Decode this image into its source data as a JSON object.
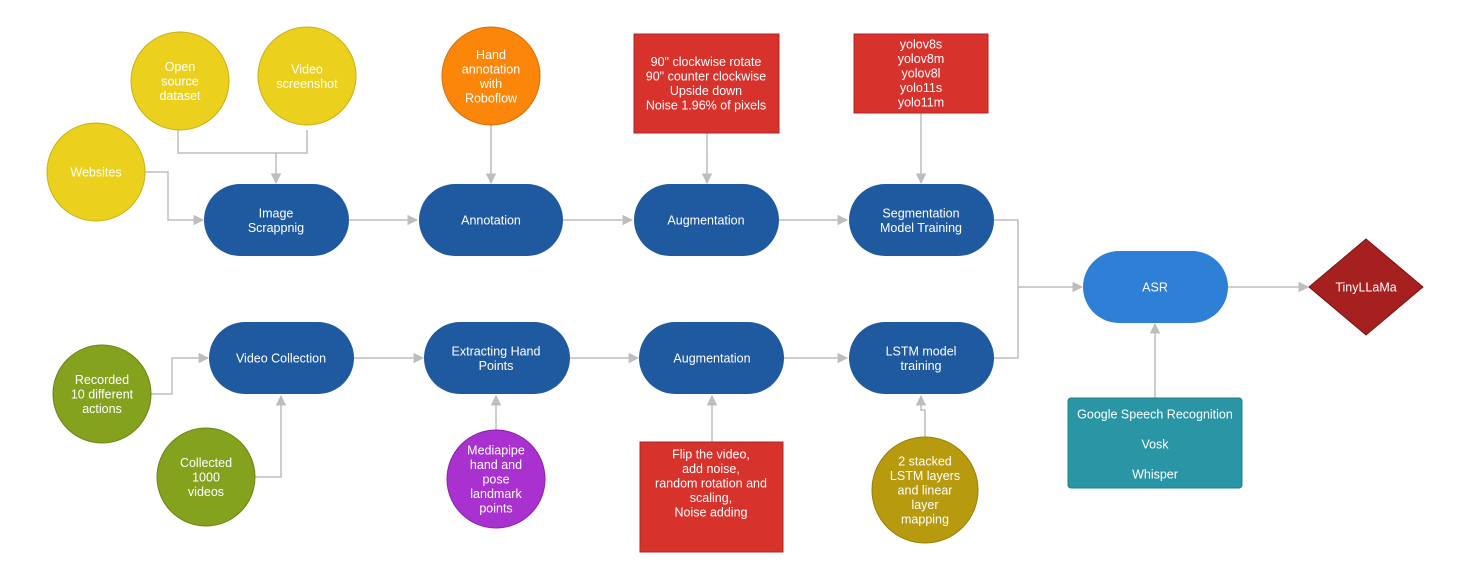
{
  "colors": {
    "process": "#1f5aa0",
    "asr": "#2e7fd6",
    "source_yellow": "#ecd01e",
    "roboflow_orange": "#fb8609",
    "augment_red": "#d8322c",
    "green": "#85a21f",
    "mediapipe_purple": "#a831cf",
    "lstm_gold": "#b79a0d",
    "speech_teal": "#2a96a5",
    "llm_maroon": "#a5201f",
    "edge": "#bdbdbd"
  },
  "nodes": {
    "image_scraping": {
      "lines": [
        "Image",
        "Scrappnig"
      ]
    },
    "annotation": {
      "lines": [
        "Annotation"
      ]
    },
    "augmentation_top": {
      "lines": [
        "Augmentation"
      ]
    },
    "segmentation_training": {
      "lines": [
        "Segmentation",
        "Model Training"
      ]
    },
    "video_collection": {
      "lines": [
        "Video Collection"
      ]
    },
    "extracting_hand_points": {
      "lines": [
        "Extracting Hand",
        "Points"
      ]
    },
    "augmentation_bottom": {
      "lines": [
        "Augmentation"
      ]
    },
    "lstm_training": {
      "lines": [
        "LSTM model",
        "training"
      ]
    },
    "asr": {
      "lines": [
        "ASR"
      ]
    },
    "tinyllama": {
      "lines": [
        "TinyLLaMa"
      ]
    },
    "open_source_dataset": {
      "lines": [
        "Open",
        "source",
        "dataset"
      ]
    },
    "video_screenshot": {
      "lines": [
        "Video",
        "screenshot"
      ]
    },
    "websites": {
      "lines": [
        "Websites"
      ]
    },
    "hand_annotation_roboflow": {
      "lines": [
        "Hand",
        "annotation",
        "with",
        "Roboflow"
      ]
    },
    "image_augmentations": {
      "lines": [
        "90\" clockwise rotate",
        "90\" counter clockwise",
        "Upside down",
        "Noise 1.96% of pixels"
      ]
    },
    "yolo_models": {
      "lines": [
        "yolov8s",
        "yolov8m",
        "yolov8l",
        "yolo11s",
        "yolo11m"
      ]
    },
    "recorded_actions": {
      "lines": [
        "Recorded",
        "10 different",
        "actions"
      ]
    },
    "collected_videos": {
      "lines": [
        "Collected",
        "1000",
        "videos"
      ]
    },
    "mediapipe": {
      "lines": [
        "Mediapipe",
        "hand and",
        "pose",
        "landmark",
        "points"
      ]
    },
    "video_augmentations": {
      "lines": [
        "Flip the video,",
        "add noise,",
        "random rotation and",
        "scaling,",
        "Noise adding"
      ]
    },
    "lstm_layers": {
      "lines": [
        "2 stacked",
        "LSTM layers",
        "and linear",
        "layer",
        "mapping"
      ]
    },
    "speech_engines": {
      "lines": [
        "Google Speech Recognition",
        "Vosk",
        "Whisper"
      ]
    }
  }
}
